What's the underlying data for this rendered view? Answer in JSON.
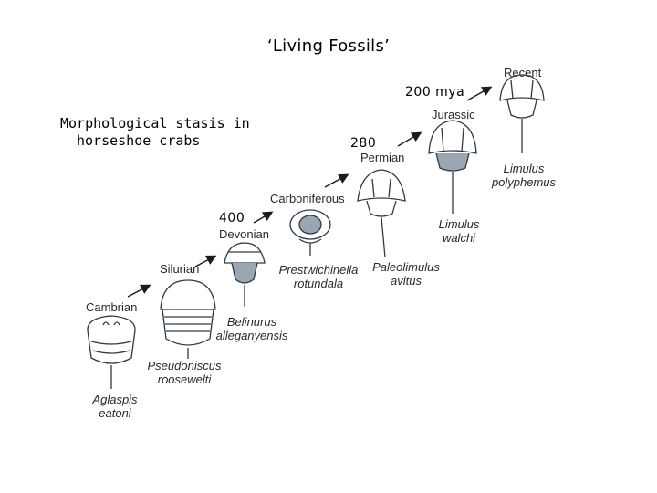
{
  "title": "‘Living Fossils’",
  "caption": {
    "line1": "Morphological stasis in",
    "line2": "horseshoe crabs"
  },
  "mya_labels": {
    "m200": "200 mya",
    "m280": "280",
    "m400": "400"
  },
  "stages": [
    {
      "period": "Cambrian",
      "species_line1": "Aglaspis",
      "species_line2": "eatoni",
      "fossil_icon": "aglaspis-fossil-icon"
    },
    {
      "period": "Silurian",
      "species_line1": "Pseudoniscus",
      "species_line2": "roosewelti",
      "fossil_icon": "pseudoniscus-fossil-icon"
    },
    {
      "period": "Devonian",
      "species_line1": "Belinurus",
      "species_line2": "alleganyensis",
      "fossil_icon": "belinurus-fossil-icon"
    },
    {
      "period": "Carboniferous",
      "species_line1": "Prestwichinella",
      "species_line2": "rotundala",
      "fossil_icon": "prestwichinella-fossil-icon"
    },
    {
      "period": "Permian",
      "species_line1": "Paleolimulus",
      "species_line2": "avitus",
      "fossil_icon": "paleolimulus-fossil-icon"
    },
    {
      "period": "Jurassic",
      "species_line1": "Limulus",
      "species_line2": "walchi",
      "fossil_icon": "limulus-walchi-fossil-icon"
    },
    {
      "period": "Recent",
      "species_line1": "Limulus",
      "species_line2": "polyphemus",
      "fossil_icon": "limulus-polyphemus-icon"
    }
  ]
}
